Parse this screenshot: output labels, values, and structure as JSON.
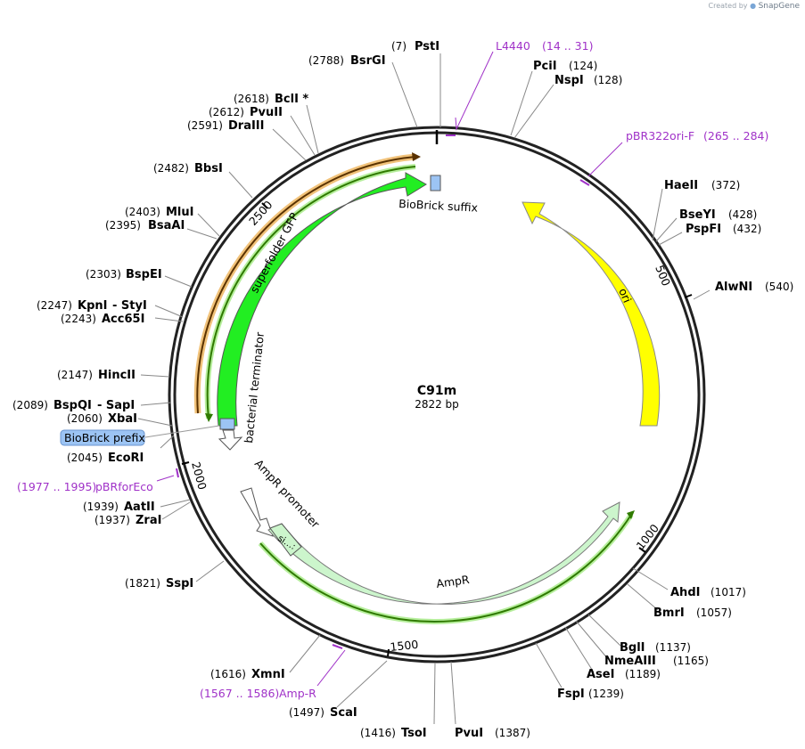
{
  "branding": {
    "created_by": "Created by",
    "app": "SnapGene"
  },
  "plasmid": {
    "name": "C91m",
    "length_label": "2822 bp",
    "length": 2822
  },
  "ticks": [
    {
      "label": "500",
      "pos": 500
    },
    {
      "label": "1000",
      "pos": 1000
    },
    {
      "label": "1500",
      "pos": 1500
    },
    {
      "label": "2000",
      "pos": 2000
    },
    {
      "label": "2500",
      "pos": 2500
    }
  ],
  "sites": [
    {
      "name": "PstI",
      "pos_label": "(7)"
    },
    {
      "name": "BsrGI",
      "pos_label": "(2788)"
    },
    {
      "name": "PciI",
      "pos_label": "(124)"
    },
    {
      "name": "NspI",
      "pos_label": "(128)"
    },
    {
      "name": "BclI *",
      "pos_label": "(2618)"
    },
    {
      "name": "PvuII",
      "pos_label": "(2612)"
    },
    {
      "name": "DraIII",
      "pos_label": "(2591)"
    },
    {
      "name": "BbsI",
      "pos_label": "(2482)"
    },
    {
      "name": "HaeII",
      "pos_label": "(372)"
    },
    {
      "name": "BseYI",
      "pos_label": "(428)"
    },
    {
      "name": "PspFI",
      "pos_label": "(432)"
    },
    {
      "name": "MluI",
      "pos_label": "(2403)"
    },
    {
      "name": "BsaAI",
      "pos_label": "(2395)"
    },
    {
      "name": "AlwNI",
      "pos_label": "(540)"
    },
    {
      "name": "BspEI",
      "pos_label": "(2303)"
    },
    {
      "name": "KpnI",
      "pos_label": "(2247)"
    },
    {
      "name": "- StyI",
      "pos_label": ""
    },
    {
      "name": "Acc65I",
      "pos_label": "(2243)"
    },
    {
      "name": "HincII",
      "pos_label": "(2147)"
    },
    {
      "name": "BspQI",
      "pos_label": "(2089)"
    },
    {
      "name": "- SapI",
      "pos_label": ""
    },
    {
      "name": "XbaI",
      "pos_label": "(2060)"
    },
    {
      "name": "EcoRI",
      "pos_label": "(2045)"
    },
    {
      "name": "AatII",
      "pos_label": "(1939)"
    },
    {
      "name": "ZraI",
      "pos_label": "(1937)"
    },
    {
      "name": "SspI",
      "pos_label": "(1821)"
    },
    {
      "name": "AhdI",
      "pos_label": "(1017)"
    },
    {
      "name": "BmrI",
      "pos_label": "(1057)"
    },
    {
      "name": "BglI",
      "pos_label": "(1137)"
    },
    {
      "name": "NmeAIII",
      "pos_label": "(1165)"
    },
    {
      "name": "AseI",
      "pos_label": "(1189)"
    },
    {
      "name": "FspI",
      "pos_label": "(1239)"
    },
    {
      "name": "XmnI",
      "pos_label": "(1616)"
    },
    {
      "name": "ScaI",
      "pos_label": "(1497)"
    },
    {
      "name": "TsoI",
      "pos_label": "(1416)"
    },
    {
      "name": "PvuI",
      "pos_label": "(1387)"
    }
  ],
  "primers": [
    {
      "name": "L4440",
      "range": "(14 .. 31)"
    },
    {
      "name": "pBR322ori-F",
      "range": "(265 .. 284)"
    },
    {
      "name": "pBRforEco",
      "range": "(1977 .. 1995)"
    },
    {
      "name": "Amp-R",
      "range": "(1567 .. 1586)"
    }
  ],
  "features": {
    "ori": "ori",
    "superfolder_gfp": "superfolder GFP",
    "bacterial_terminator": "bacterial terminator",
    "biobrick_suffix": "BioBrick suffix",
    "biobrick_prefix": "BioBrick prefix",
    "ampr_promoter": "AmpR promoter",
    "ampr": "AmpR",
    "signal_seq": "si…:"
  },
  "colors": {
    "ori": "#ffff00",
    "gfp": "#22ee22",
    "ampr": "#ccf5cc",
    "biobrick": "#9cc4f4",
    "primer": "#a032c8",
    "orf_outline": "#2f7a00",
    "orange_orf": "#e8a540"
  }
}
